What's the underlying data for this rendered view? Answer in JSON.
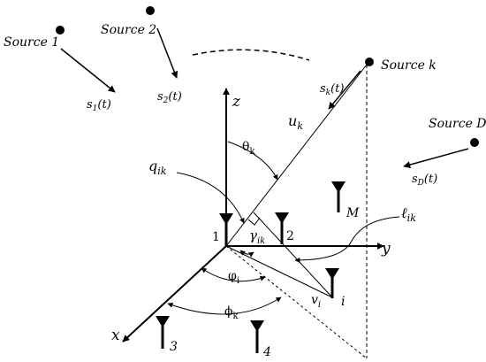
{
  "sources": {
    "s1": {
      "name": "Source 1",
      "signal": "s",
      "signal_sub": "1",
      "signal_arg": "(t)"
    },
    "s2": {
      "name": "Source 2",
      "signal": "s",
      "signal_sub": "2",
      "signal_arg": "(t)"
    },
    "sk": {
      "name": "Source k",
      "signal": "s",
      "signal_sub": "k",
      "signal_arg": "(t)"
    },
    "sD": {
      "name": "Source D",
      "signal": "s",
      "signal_sub": "D",
      "signal_arg": "(t)"
    }
  },
  "axes": {
    "x": "x",
    "y": "y",
    "z": "z"
  },
  "vectors": {
    "u": "u",
    "u_sub": "k",
    "q": "q",
    "q_sub": "ik",
    "l": "ℓ",
    "l_sub": "ik",
    "v": "v",
    "v_sub": "i"
  },
  "angles": {
    "theta": "θ",
    "theta_sub": "k",
    "gamma": "γ",
    "gamma_sub": "ik",
    "varphi": "φ",
    "varphi_sub": "i",
    "phi": "ϕ",
    "phi_sub": "k"
  },
  "sensors": {
    "s1": "1",
    "s2": "2",
    "s3": "3",
    "s4": "4",
    "si": "i",
    "sM": "M"
  }
}
